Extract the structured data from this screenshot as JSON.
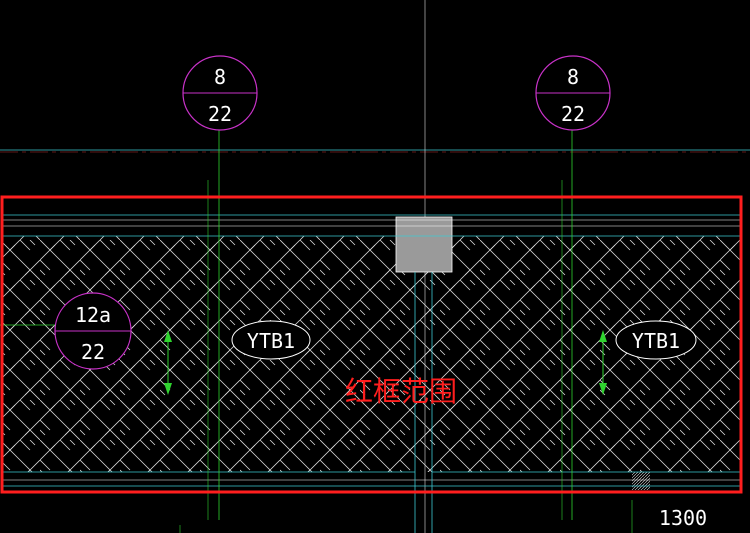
{
  "drawing": {
    "axis_bubbles": [
      {
        "top": "8",
        "bottom": "22"
      },
      {
        "top": "8",
        "bottom": "22"
      },
      {
        "top": "12a",
        "bottom": "22"
      }
    ],
    "panel_labels": [
      "YTB1",
      "YTB1"
    ],
    "highlight_caption": "红框范围",
    "dimension_text": "1300"
  },
  "colors": {
    "background": "#000000",
    "highlight_frame": "#ff1e1e",
    "bubble": "#c832c8",
    "axis_line": "#2fd42f",
    "cyan_line": "#3cc8d2",
    "hatch": "#d8d8d8",
    "grey_box": "#9a9a9a",
    "white_text": "#ffffff"
  }
}
